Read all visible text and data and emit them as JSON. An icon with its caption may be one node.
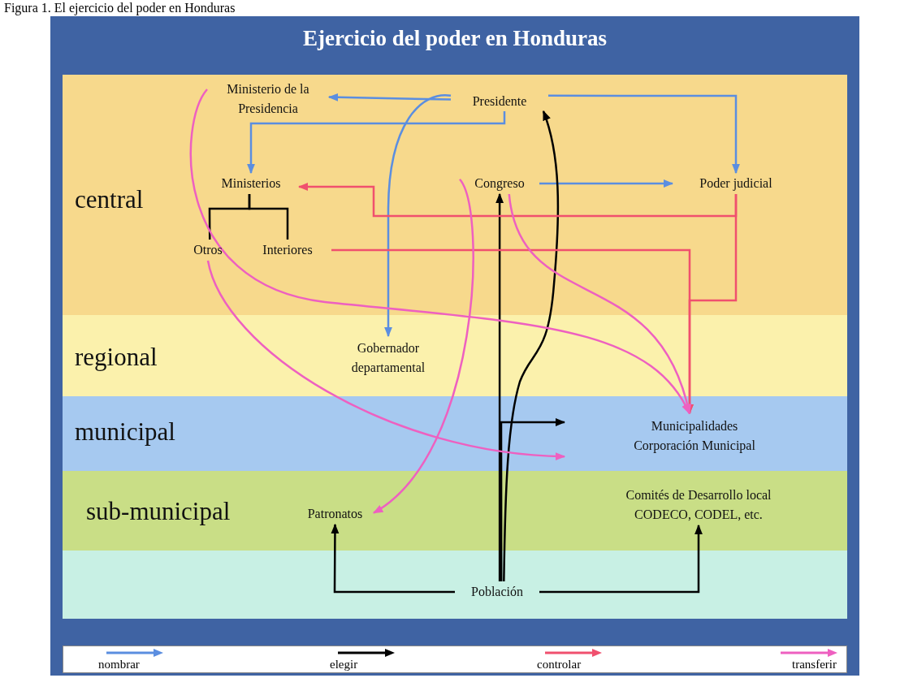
{
  "diagram": {
    "caption": "Figura 1. El ejercicio del poder en Honduras",
    "title": "Ejercicio del poder en Honduras",
    "nodes": [
      {
        "text": [
          "central"
        ]
      },
      {
        "text": [
          "regional"
        ]
      },
      {
        "text": [
          "municipal"
        ]
      },
      {
        "text": [
          "sub-municipal"
        ]
      },
      {
        "text": [],
        "shape": "box"
      },
      {
        "text": [
          "Ministerio de la Presidencia"
        ],
        "in": 0
      },
      {
        "text": [
          "Presidente"
        ],
        "in": 0
      },
      {
        "text": [
          "Ministerios"
        ],
        "in": 0
      },
      {
        "text": [
          "Congreso"
        ],
        "in": 0
      },
      {
        "text": [
          "Poder judicial"
        ],
        "in": 0
      },
      {
        "text": [
          "Otros"
        ],
        "in": 0
      },
      {
        "text": [
          "Interiores"
        ],
        "in": 0
      },
      {
        "text": [
          "Gobernador departamental"
        ],
        "in": 1
      },
      {
        "text": [
          "Municipalidades",
          "Corporación Municipal"
        ],
        "in": 2
      },
      {
        "text": [
          "Patronatos"
        ],
        "in": 3
      },
      {
        "text": [
          "Comités de Desarrollo local",
          "CODECO, CODEL, etc."
        ],
        "in": 3
      },
      {
        "text": [
          "Población"
        ],
        "in": 4
      }
    ],
    "edges": [
      {
        "from": 6,
        "to": 5,
        "arrow": "to",
        "color": "#5b8ee0"
      },
      {
        "from": 6,
        "to": 7,
        "arrow": "to",
        "color": "#5b8ee0"
      },
      {
        "from": 6,
        "to": 9,
        "arrow": "to",
        "color": "#5b8ee0"
      },
      {
        "from": 6,
        "to": 12,
        "arrow": "to",
        "color": "#5b8ee0"
      },
      {
        "from": 8,
        "to": 9,
        "arrow": "to",
        "color": "#5b8ee0"
      },
      {
        "from": 16,
        "to": 14,
        "arrow": "to"
      },
      {
        "from": 16,
        "to": 15,
        "arrow": "to"
      },
      {
        "from": 16,
        "to": 8,
        "arrow": "to"
      },
      {
        "from": 16,
        "to": 6,
        "arrow": "to"
      },
      {
        "from": 16,
        "to": 13,
        "arrow": "to"
      },
      {
        "from": 7,
        "to": 10,
        "arrow": "none"
      },
      {
        "from": 7,
        "to": 11,
        "arrow": "none"
      },
      {
        "from": 9,
        "to": 7,
        "arrow": "to",
        "color": "#f0506e"
      },
      {
        "from": 11,
        "to": 13,
        "arrow": "to",
        "color": "#f0506e"
      },
      {
        "from": 9,
        "to": 13,
        "arrow": "to",
        "color": "#f0506e"
      },
      {
        "from": 5,
        "to": 13,
        "arrow": "to",
        "color": "#ee60c0"
      },
      {
        "from": 10,
        "to": 13,
        "arrow": "to",
        "color": "#ee60c0"
      },
      {
        "from": 8,
        "to": 14,
        "arrow": "to",
        "color": "#ee60c0"
      },
      {
        "from": 8,
        "to": 13,
        "arrow": "to",
        "color": "#ee60c0"
      }
    ],
    "legend": [
      {
        "text": "nombrar"
      },
      {
        "text": "elegir"
      },
      {
        "text": "controlar"
      },
      {
        "text": "transferir"
      }
    ]
  }
}
